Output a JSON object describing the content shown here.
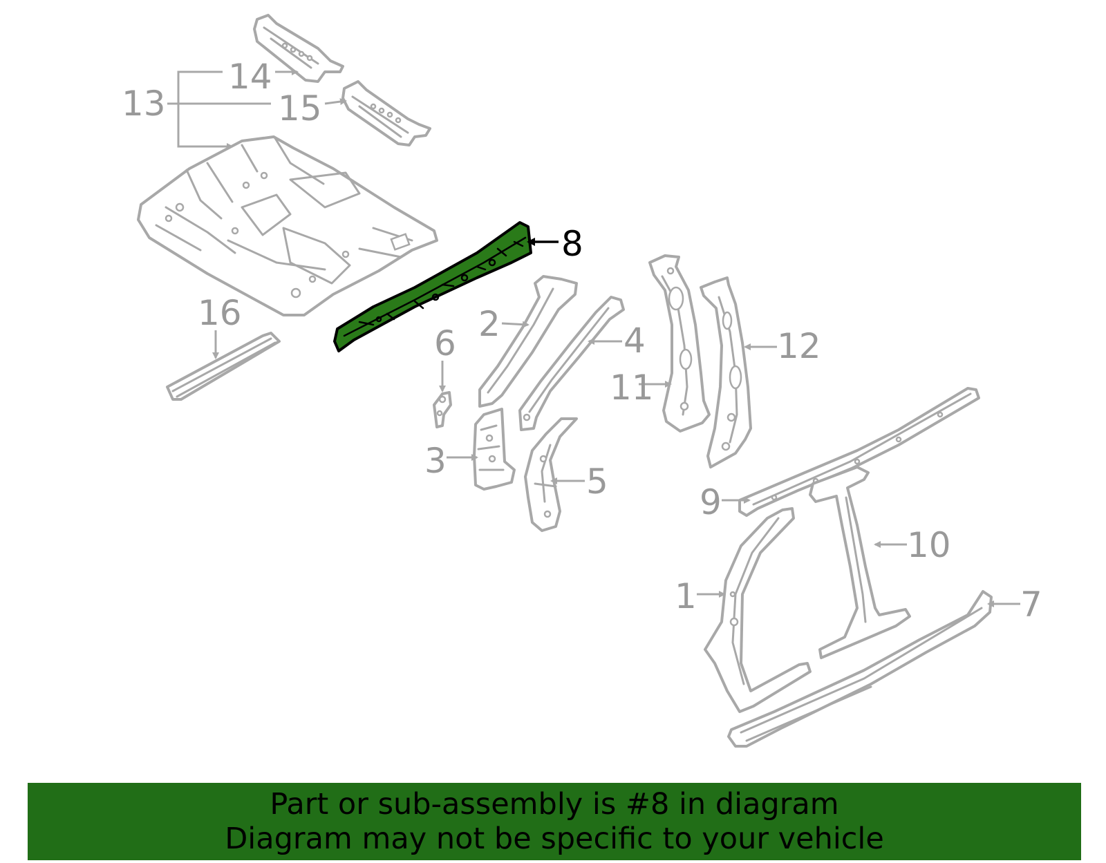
{
  "callouts": [
    "1",
    "2",
    "3",
    "4",
    "5",
    "6",
    "7",
    "8",
    "9",
    "10",
    "11",
    "12",
    "13",
    "14",
    "15",
    "16"
  ],
  "highlighted_part": "8",
  "colors": {
    "highlight_fill": "#2a7a19",
    "banner_background": "#216e17",
    "outline_gray": "#a8a8a8",
    "label_gray": "#999999",
    "text_black": "#000000"
  },
  "banner": {
    "line1": "Part or sub-assembly is #8 in diagram",
    "line2": "Diagram may not be specific to your vehicle"
  }
}
